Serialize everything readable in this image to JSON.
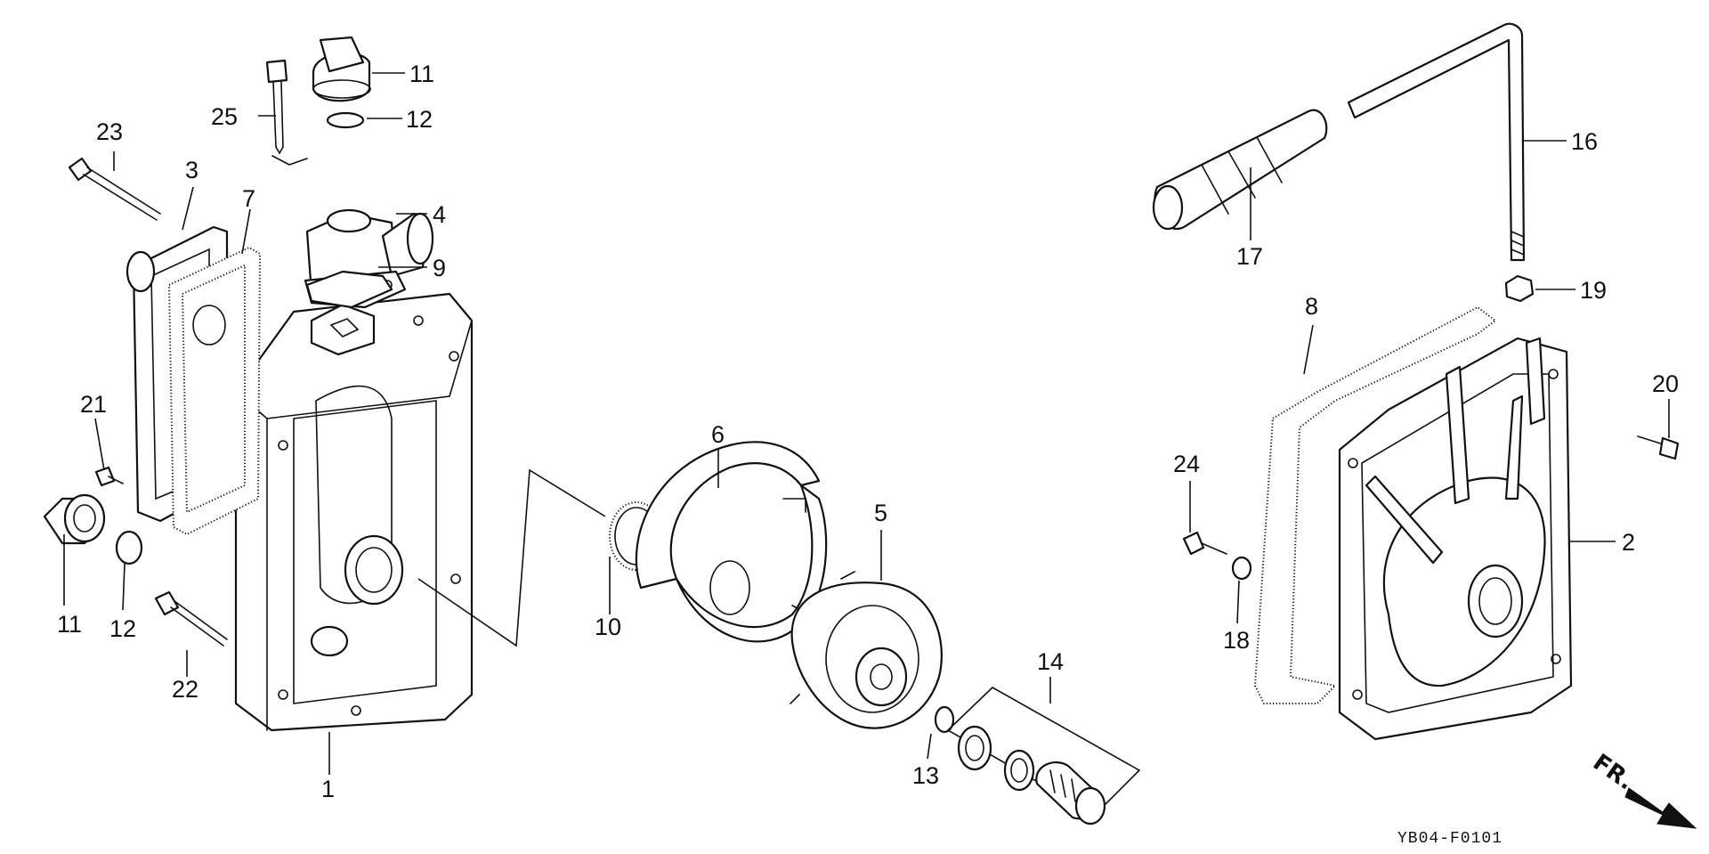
{
  "diagram": {
    "code": "YB04-F0101",
    "front_marker": "FR.",
    "callouts": [
      {
        "id": "c1",
        "label": "1"
      },
      {
        "id": "c2",
        "label": "2"
      },
      {
        "id": "c3",
        "label": "3"
      },
      {
        "id": "c4",
        "label": "4"
      },
      {
        "id": "c5",
        "label": "5"
      },
      {
        "id": "c6",
        "label": "6"
      },
      {
        "id": "c7",
        "label": "7"
      },
      {
        "id": "c8",
        "label": "8"
      },
      {
        "id": "c9",
        "label": "9"
      },
      {
        "id": "c10",
        "label": "10"
      },
      {
        "id": "c11a",
        "label": "11"
      },
      {
        "id": "c11b",
        "label": "11"
      },
      {
        "id": "c12a",
        "label": "12"
      },
      {
        "id": "c12b",
        "label": "12"
      },
      {
        "id": "c13",
        "label": "13"
      },
      {
        "id": "c14",
        "label": "14"
      },
      {
        "id": "c16",
        "label": "16"
      },
      {
        "id": "c17",
        "label": "17"
      },
      {
        "id": "c18",
        "label": "18"
      },
      {
        "id": "c19",
        "label": "19"
      },
      {
        "id": "c20",
        "label": "20"
      },
      {
        "id": "c21",
        "label": "21"
      },
      {
        "id": "c22",
        "label": "22"
      },
      {
        "id": "c23",
        "label": "23"
      },
      {
        "id": "c24",
        "label": "24"
      },
      {
        "id": "c25",
        "label": "25"
      }
    ]
  }
}
